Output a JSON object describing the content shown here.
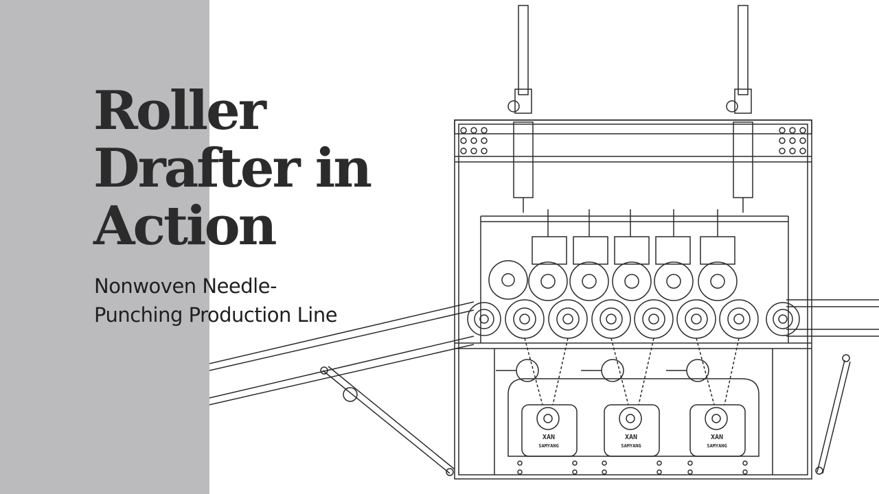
{
  "slide": {
    "title_lines": [
      "Roller",
      "Drafter in",
      "Action"
    ],
    "subtitle_lines": [
      "Nonwoven Needle-",
      "Punching Production Line"
    ],
    "gearbox_label_lines": [
      "XAN",
      "SAMYANG"
    ]
  },
  "colors": {
    "side_panel": "#bbbabd",
    "background": "#ffffff",
    "line_art": "#2a2a2a",
    "title_text": "#2b2b2b"
  }
}
